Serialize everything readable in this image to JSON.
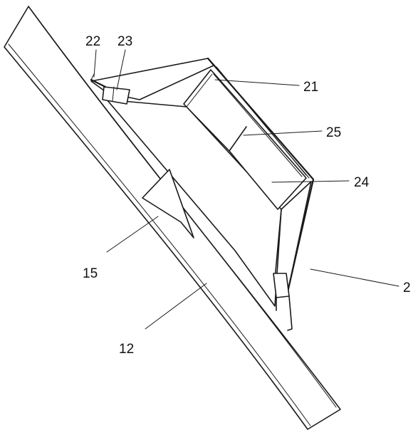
{
  "labels": {
    "l22": "22",
    "l23": "23",
    "l21": "21",
    "l25": "25",
    "l24": "24",
    "l15": "15",
    "l2": "2",
    "l12": "12"
  },
  "colors": {
    "line": "#1a1a1a",
    "background": "#ffffff"
  }
}
